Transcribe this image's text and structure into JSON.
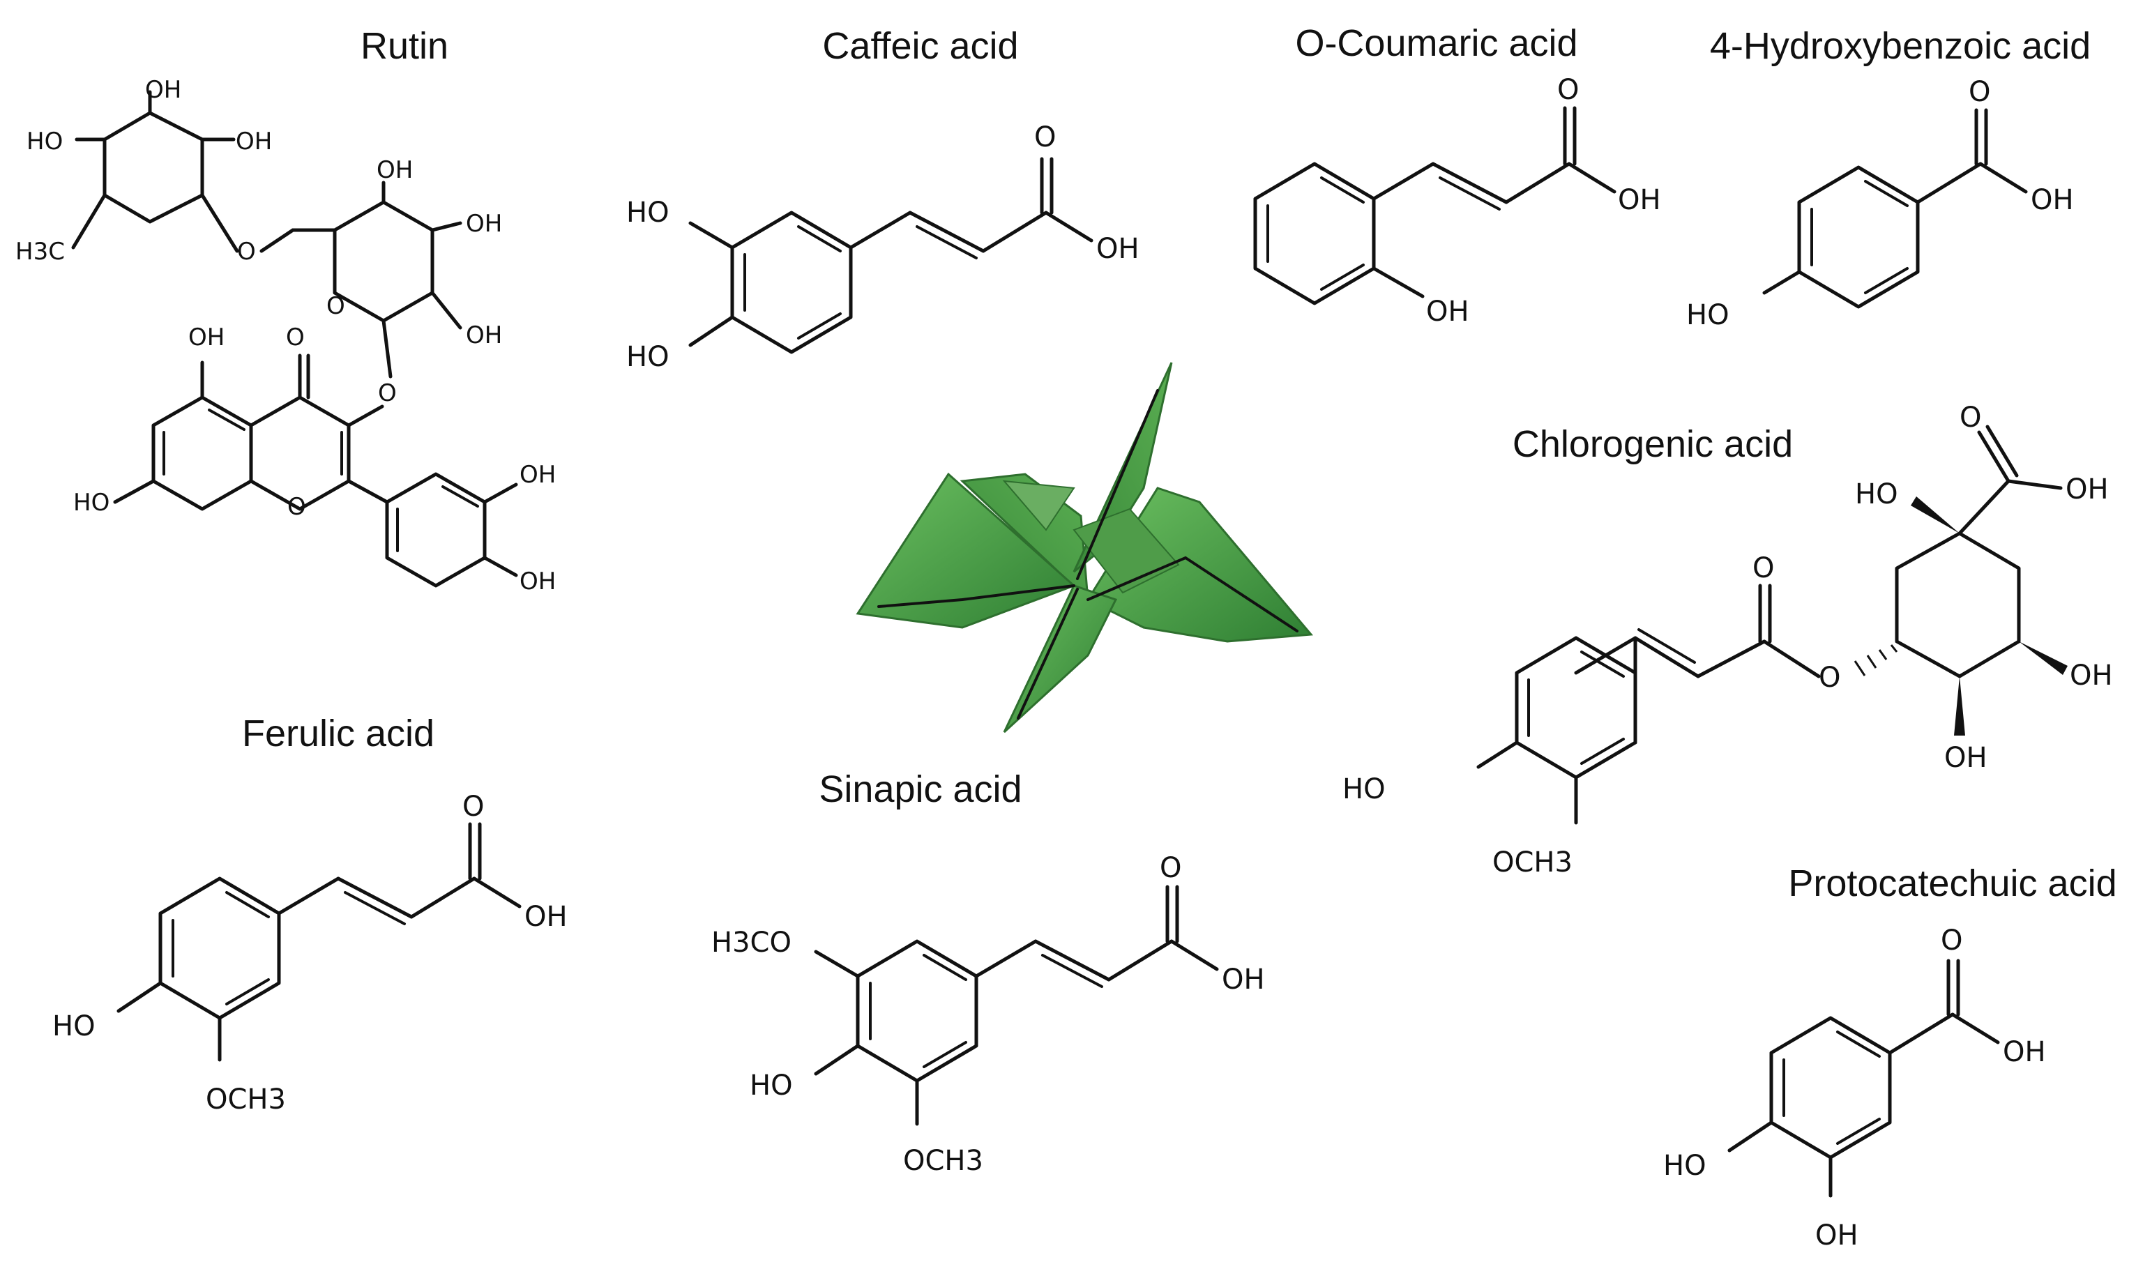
{
  "compounds": [
    {
      "name": "Rutin"
    },
    {
      "name": "Caffeic acid"
    },
    {
      "name": "O-Coumaric acid"
    },
    {
      "name": "4-Hydroxybenzoic acid"
    },
    {
      "name": "Chlorogenic acid"
    },
    {
      "name": "Ferulic acid"
    },
    {
      "name": "Sinapic acid"
    },
    {
      "name": "Protocatechuic acid"
    }
  ],
  "atoms": {
    "o": "O",
    "oh": "OH",
    "ho": "HO",
    "och3": "OCH3",
    "h3co": "H3CO",
    "h3c": "H3C"
  },
  "illustration": {
    "leaf_icon": "nettle-leaves-icon",
    "leaf_color": "#4a9a44"
  }
}
